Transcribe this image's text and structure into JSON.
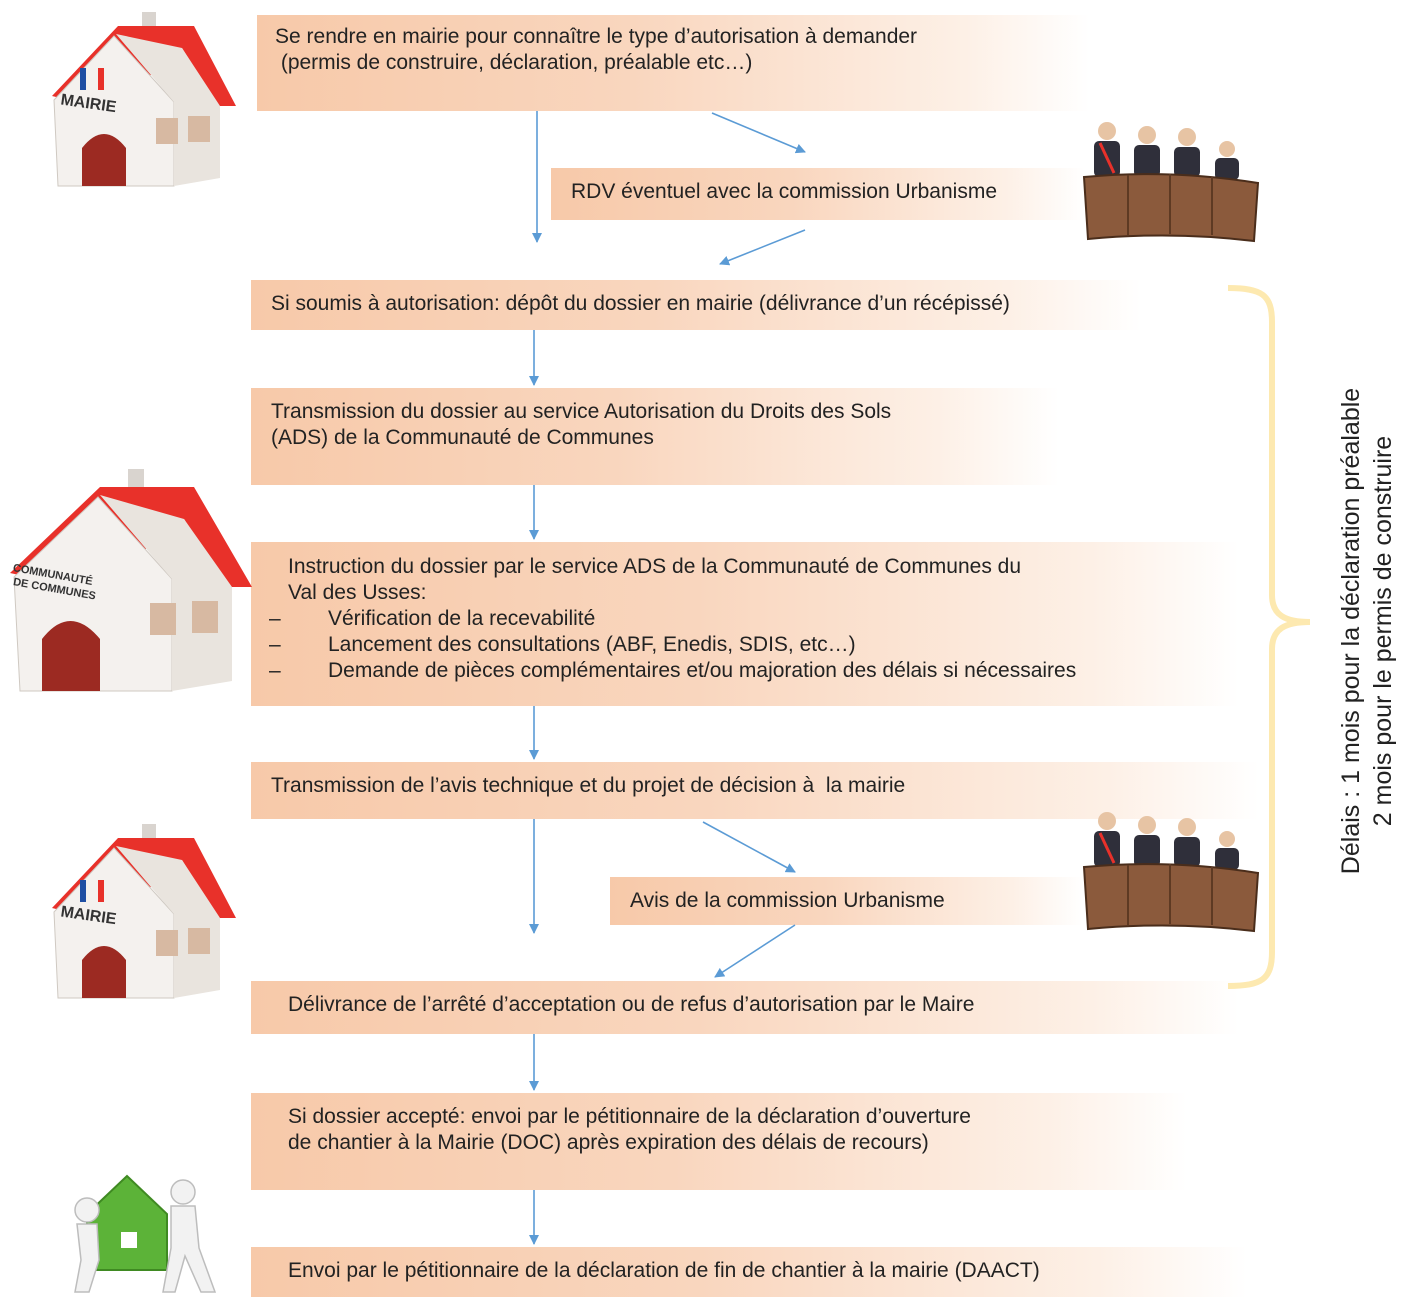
{
  "steps": {
    "step1": {
      "line1": "Se rendre en mairie pour connaître le type d’autorisation à demander",
      "line2": " (permis de construire, déclaration, préalable etc…)"
    },
    "rdv": {
      "text": "RDV éventuel avec la commission Urbanisme"
    },
    "step2": {
      "text": "Si soumis à autorisation: dépôt du dossier en mairie (délivrance d’un récépissé)"
    },
    "step3": {
      "line1": "Transmission du dossier au service Autorisation du Droits des Sols",
      "line2": "(ADS) de la Communauté de Communes"
    },
    "step4": {
      "line1": "Instruction du dossier par le service ADS de la Communauté de Communes du",
      "line2": "Val des Usses:",
      "bullets": [
        "Vérification de la recevabilité",
        "Lancement des consultations (ABF, Enedis, SDIS, etc…)",
        "Demande de pièces complémentaires et/ou majoration des délais si nécessaires"
      ],
      "bullet_glyph": "–"
    },
    "step5": {
      "text": "Transmission de l’avis technique et du projet de décision à  la mairie"
    },
    "avis": {
      "text": "Avis de la commission Urbanisme"
    },
    "step6": {
      "text": "Délivrance de l’arrêté d’acceptation ou de refus d’autorisation par le Maire"
    },
    "step7": {
      "line1": "Si dossier accepté: envoi par le pétitionnaire de la déclaration d’ouverture",
      "line2": "de chantier à la Mairie (DOC) après expiration des délais de recours)"
    },
    "step8": {
      "text": "Envoi par le pétitionnaire de la déclaration de fin de chantier à la mairie (DAACT)"
    }
  },
  "side_note": {
    "line1": "Délais : 1 mois pour la  déclaration préalable",
    "line2": "2 mois pour le permis de construire"
  },
  "illustrations": {
    "mairie_sign": "MAIRIE",
    "communaute_sign_line1": "COMMUNAUTÉ",
    "communaute_sign_line2": "DE COMMUNES",
    "mairie_sign_2": "MAIRIE"
  },
  "colors": {
    "box_fill": "#f7c9a9",
    "arrow": "#5b9bd5",
    "brace": "#fde9b0",
    "roof": "#e8312a",
    "wall": "#f4f1ee",
    "bench": "#8b5a3c",
    "green_house": "#5cb338"
  }
}
